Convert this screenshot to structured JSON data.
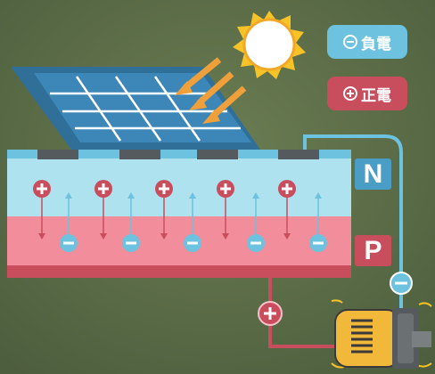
{
  "legend": {
    "negative": {
      "label": "負電",
      "color": "#6cc2df"
    },
    "positive": {
      "label": "正電",
      "color": "#c84e5e"
    }
  },
  "layers": {
    "n_label": "N",
    "p_label": "P",
    "n_color": "#aee2ef",
    "p_color": "#f28d9b"
  },
  "charges": {
    "positive_columns": 5,
    "negative_columns": 5
  },
  "icons": [
    "sun-icon",
    "solar-panel-icon",
    "motor-icon",
    "plus-circle-icon",
    "minus-circle-icon"
  ]
}
